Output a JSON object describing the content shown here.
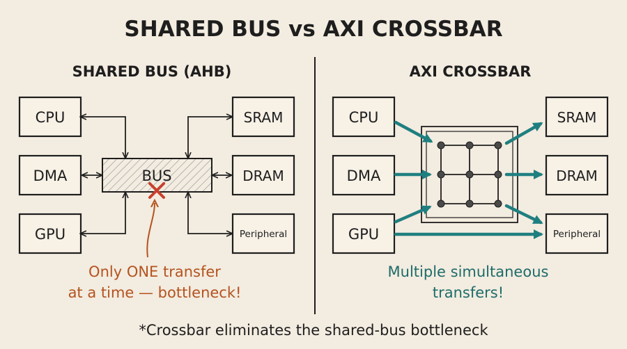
{
  "title": "SHARED BUS vs AXI CROSSBAR",
  "left": {
    "heading": "SHARED BUS (AHB)",
    "masters": [
      "CPU",
      "DMA",
      "GPU"
    ],
    "slaves": [
      "SRAM",
      "DRAM",
      "Peripheral"
    ],
    "bus_label": "BUS",
    "note_line1": "Only ONE transfer",
    "note_line2": "at a time — bottleneck!",
    "note_color": "#b4531f",
    "marker_color": "#c8402e"
  },
  "right": {
    "heading": "AXI CROSSBAR",
    "masters": [
      "CPU",
      "DMA",
      "GPU"
    ],
    "slaves": [
      "SRAM",
      "DRAM",
      "Peripheral"
    ],
    "note_line1": "Multiple simultaneous",
    "note_line2": "transfers!",
    "note_color": "#1d6c6a",
    "arrow_color": "#1f7f80"
  },
  "footnote": "*Crossbar eliminates the shared-bus bottleneck"
}
